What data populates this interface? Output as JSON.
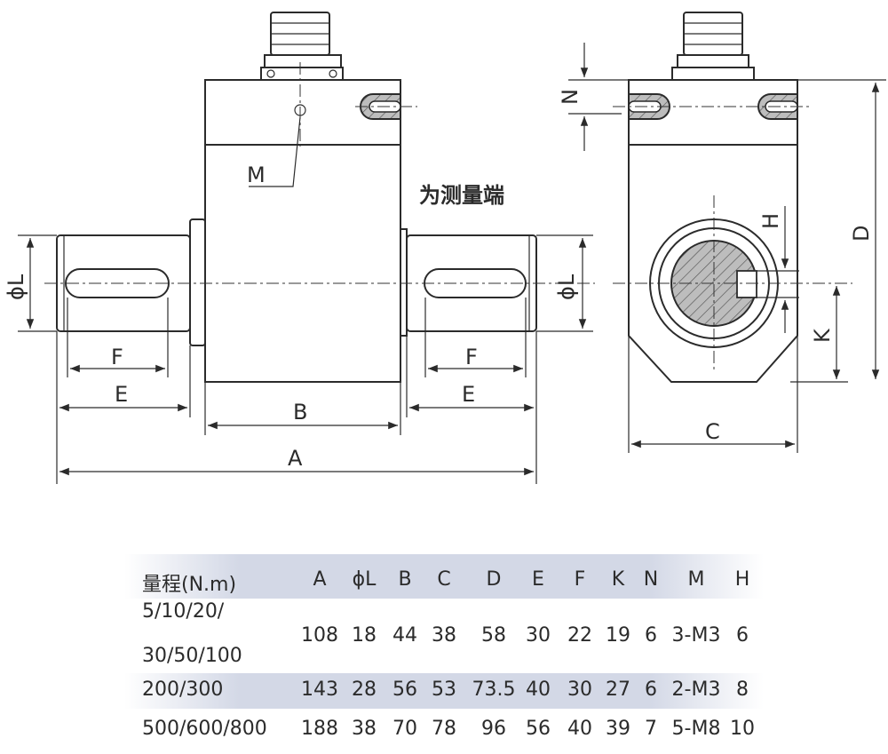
{
  "drawing": {
    "labels": {
      "M": "M",
      "measure_end": "为测量端",
      "phiL_left": "ϕL",
      "phiL_right": "ϕL",
      "F_left": "F",
      "F_right": "F",
      "E_left": "E",
      "E_right": "E",
      "B": "B",
      "A": "A",
      "N": "N",
      "H": "H",
      "D": "D",
      "K": "K",
      "C": "C"
    }
  },
  "table": {
    "headers": [
      "量程(N.m)",
      "A",
      "ϕL",
      "B",
      "C",
      "D",
      "E",
      "F",
      "K",
      "N",
      "M",
      "H"
    ],
    "rows": [
      {
        "range_line1": "5/10/20/",
        "range_line2": "30/50/100",
        "values": [
          "108",
          "18",
          "44",
          "38",
          "58",
          "30",
          "22",
          "19",
          "6",
          "3-M3",
          "6"
        ]
      },
      {
        "range_line1": "200/300",
        "range_line2": "",
        "values": [
          "143",
          "28",
          "56",
          "53",
          "73.5",
          "40",
          "30",
          "27",
          "6",
          "2-M3",
          "8"
        ]
      },
      {
        "range_line1": "500/600/800",
        "range_line2": "",
        "values": [
          "188",
          "38",
          "70",
          "78",
          "96",
          "56",
          "40",
          "39",
          "7",
          "5-M8",
          "10"
        ]
      }
    ]
  }
}
